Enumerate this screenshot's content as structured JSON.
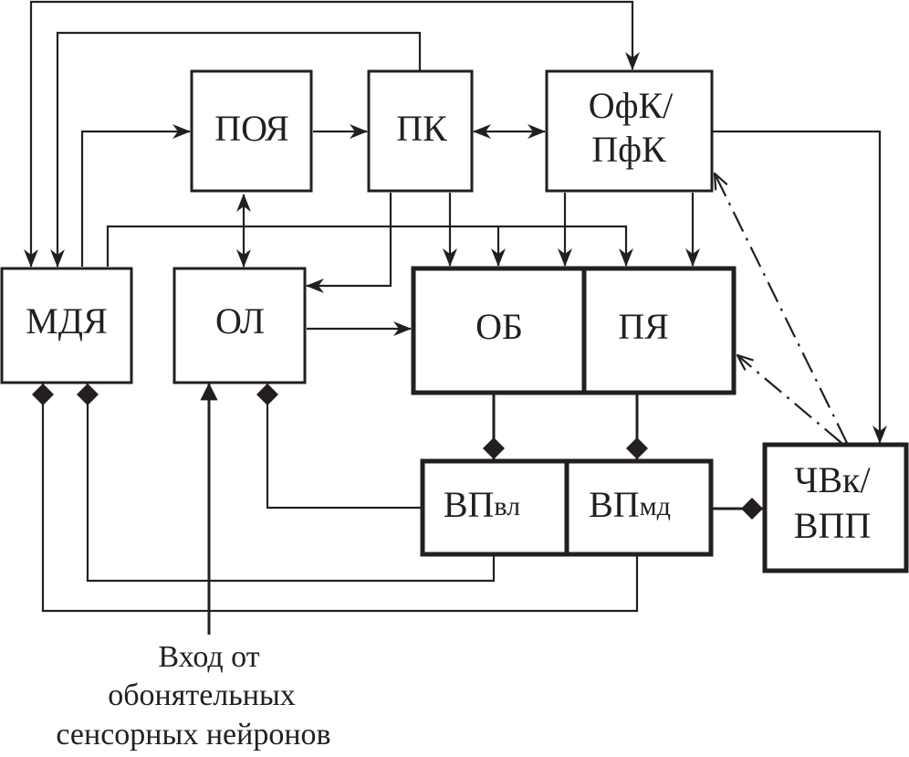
{
  "diagram": {
    "nodes": {
      "poya": "ПОЯ",
      "pk": "ПК",
      "ofk_line1": "ОфК/",
      "ofk_line2": "ПфК",
      "mdya": "МДЯ",
      "ol": "ОЛ",
      "ob": "ОБ",
      "pya": "ПЯ",
      "vpvl_main": "ВП",
      "vpvl_sub": "вл",
      "vpmd_main": "ВП",
      "vpmd_sub": "мд",
      "chvk_line1": "ЧВк/",
      "chvk_line2": "ВПП"
    },
    "input_caption": [
      "Вход от",
      "обонятельных",
      "сенсорных нейронов"
    ],
    "edges": [
      {
        "from": "МДЯ",
        "to": "ПОЯ",
        "style": "arrow"
      },
      {
        "from": "ПОЯ",
        "to": "ПК",
        "style": "arrow"
      },
      {
        "from": "ПК",
        "to": "ОфК/ПфК",
        "style": "bidirectional"
      },
      {
        "from": "ПОЯ",
        "to": "ОЛ",
        "style": "bidirectional"
      },
      {
        "from": "ПК",
        "to": "МДЯ",
        "style": "arrow"
      },
      {
        "from": "ОфК/ПфК",
        "to": "МДЯ",
        "style": "arrow"
      },
      {
        "from": "МДЯ",
        "to": "ОФК/ПфК",
        "style": "arrow"
      },
      {
        "from": "ПК",
        "to": "ОЛ",
        "style": "arrow"
      },
      {
        "from": "ПК",
        "to": "ОБ",
        "style": "arrow"
      },
      {
        "from": "МДЯ",
        "to": "ОБ/ПЯ",
        "style": "arrow"
      },
      {
        "from": "ОфК/ПфК",
        "to": "ОБ",
        "style": "arrow"
      },
      {
        "from": "ОфК/ПфК",
        "to": "ПЯ",
        "style": "arrow"
      },
      {
        "from": "ОфК/ПфК",
        "to": "ЧВк/ВПП",
        "style": "arrow"
      },
      {
        "from": "ОЛ",
        "to": "ОБ",
        "style": "arrow"
      },
      {
        "from": "ОБ",
        "to": "ВПвл",
        "style": "diamond"
      },
      {
        "from": "ПЯ",
        "to": "ВПмд",
        "style": "diamond"
      },
      {
        "from": "ВПвл",
        "to": "ОЛ",
        "style": "diamond"
      },
      {
        "from": "ВПвл",
        "to": "МДЯ",
        "style": "diamond"
      },
      {
        "from": "ВПмд",
        "to": "МДЯ",
        "style": "diamond"
      },
      {
        "from": "ВПмд",
        "to": "ЧВк/ВПП",
        "style": "diamond"
      },
      {
        "from": "ЧВк/ВПП",
        "to": "ОфК/ПфК",
        "style": "dash-dot"
      },
      {
        "from": "ЧВк/ВПП",
        "to": "ПЯ",
        "style": "dash-dot"
      },
      {
        "from": "Вход от обонятельных сенсорных нейронов",
        "to": "ОЛ",
        "style": "arrow"
      }
    ]
  }
}
